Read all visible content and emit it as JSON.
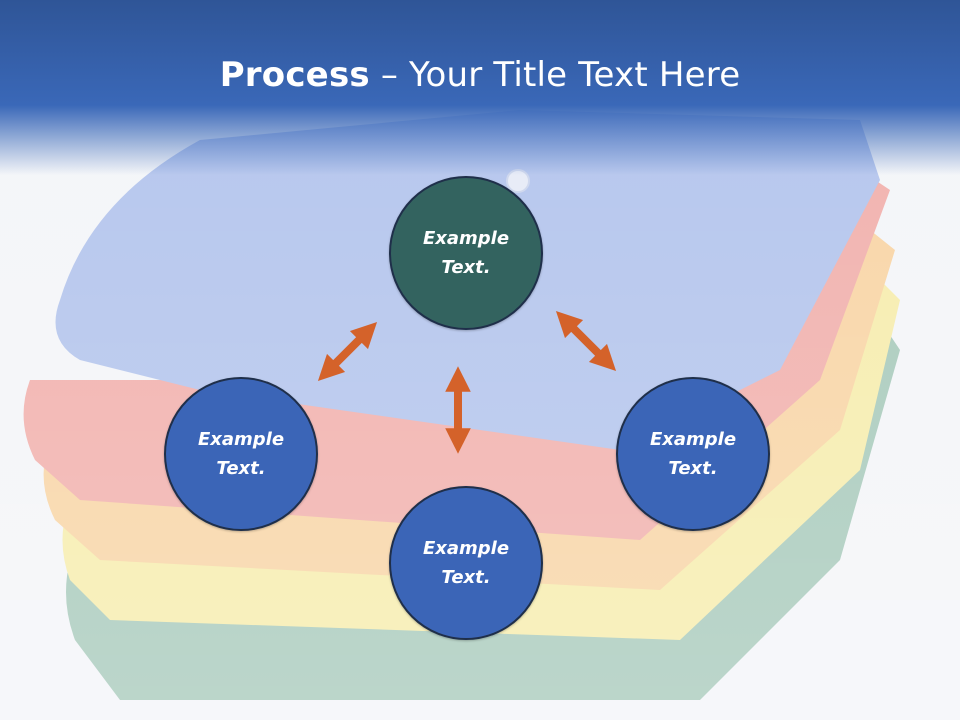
{
  "title": {
    "bold": "Process",
    "rest": " – Your Title Text Here"
  },
  "nodes": [
    {
      "id": "top",
      "label": "Example Text.",
      "color": "#33635f"
    },
    {
      "id": "left",
      "label": "Example Text.",
      "color": "#3b65b7"
    },
    {
      "id": "bottom",
      "label": "Example Text.",
      "color": "#3b65b7"
    },
    {
      "id": "right",
      "label": "Example Text.",
      "color": "#3b65b7"
    }
  ],
  "colors": {
    "header": "#2f5597",
    "arrow": "#d4622a",
    "node_border": "#1f2f4a"
  },
  "background": {
    "subject": "stack of folded shirts",
    "shirt_colors": [
      "#5a7fd6",
      "#e0524a",
      "#f0a23a",
      "#ebd64a",
      "#3f8a6a"
    ]
  }
}
